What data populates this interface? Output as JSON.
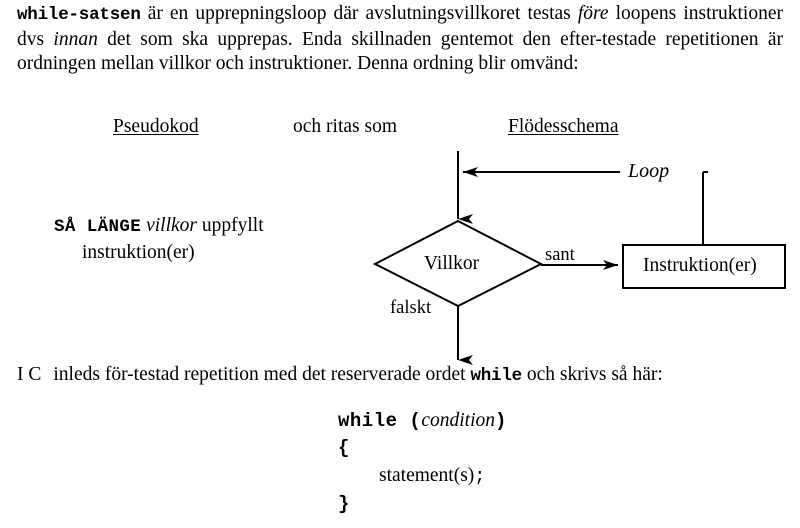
{
  "document": {
    "language": "sv",
    "intro": {
      "keyword": "while-satsen",
      "text_part_1": " är en upprepningsloop där avslutningsvillkoret testas ",
      "emphasis_1": "före",
      "text_part_2": " loopens instruktioner dvs ",
      "emphasis_2": "innan",
      "text_part_3": " det som ska upprepas. Enda skillnaden gentemot den efter-testade repetitionen är ordningen mellan villkor och instruktioner. Denna ordning blir omvänd:"
    },
    "columns": {
      "left_heading": "Pseudokod",
      "middle_heading": "och ritas som",
      "right_heading": "Flödesschema"
    },
    "pseudocode": {
      "keyword": "SÅ LÄNGE",
      "condition": "villkor",
      "condition_suffix": " uppfyllt",
      "body": "instruktion(er)"
    },
    "flowchart": {
      "decision_label": "Villkor",
      "process_label": "Instruktion(er)",
      "true_branch_label": "sant",
      "false_branch_label": "falskt",
      "loop_label": "Loop",
      "stroke_color": "#000000",
      "fill_color": "#ffffff",
      "stroke_width": 2
    },
    "bottom_sentence": {
      "prefix": "I C",
      "text_part_1": "inleds för-testad repetition med det reserverade ordet ",
      "keyword": "while",
      "text_part_2": " och skrivs så här:"
    },
    "code": {
      "line_1_keyword": "while",
      "line_1_open_paren": " (",
      "line_1_condition": "condition",
      "line_1_close_paren": ")",
      "line_2": "{",
      "line_3_statement": "statement(s)",
      "line_3_semicolon": ";",
      "line_4": "}"
    }
  }
}
